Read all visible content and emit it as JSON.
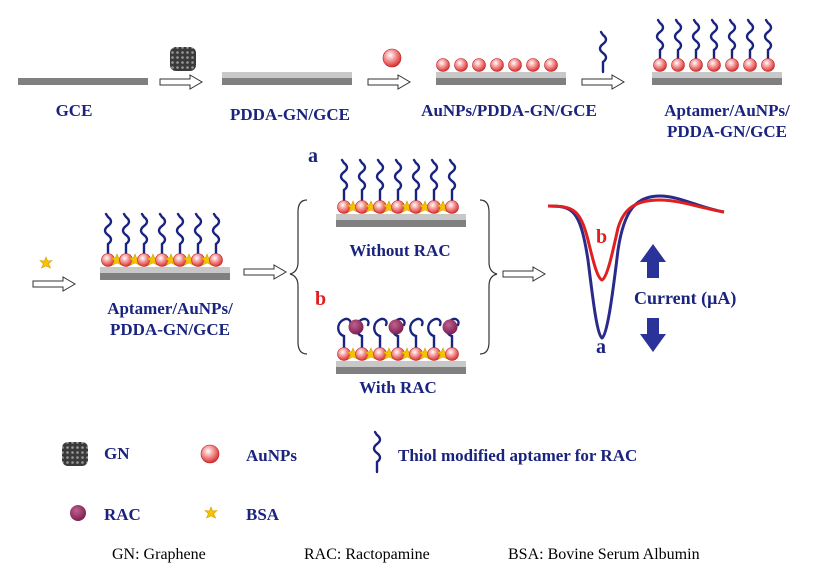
{
  "steps": {
    "gce": "GCE",
    "pdda": "PDDA-GN/GCE",
    "aunps": "AuNPs/PDDA-GN/GCE",
    "aptamer_line1": "Aptamer/AuNPs/",
    "aptamer_line2": "PDDA-GN/GCE",
    "bsa_line1": "Aptamer/AuNPs/",
    "bsa_line2": "PDDA-GN/GCE"
  },
  "cases": {
    "a_tag": "a",
    "without": "Without RAC",
    "b_tag": "b",
    "with": "With RAC"
  },
  "signal": {
    "current_label": "Current (μA)",
    "curve_a": "a",
    "curve_b": "b"
  },
  "legend": {
    "gn": "GN",
    "aunps": "AuNPs",
    "aptamer": "Thiol modified aptamer for RAC",
    "rac": "RAC",
    "bsa": "BSA"
  },
  "footnote": {
    "gn": "GN: Graphene",
    "rac": "RAC: Ractopamine",
    "bsa": "BSA: Bovine Serum Albumin"
  },
  "colors": {
    "navy": "#1a237e",
    "red": "#e02020",
    "aunp": "#f06060",
    "rac": "#8b2f62",
    "bsa": "#f5c400",
    "electrode": "#808080"
  }
}
